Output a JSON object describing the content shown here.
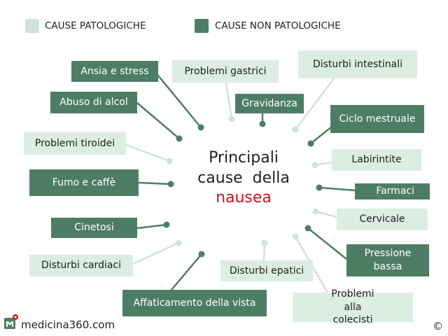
{
  "colors": {
    "pathological": "#cfe3d8",
    "non_pathological": "#4e7d66",
    "accent_red": "#d0121b"
  },
  "legend": {
    "pathological": "CAUSE PATOLOGICHE",
    "non_pathological": "CAUSE NON PATOLOGICHE"
  },
  "center": {
    "line1": "Principali",
    "line2": "cause  della",
    "highlight": "nausea"
  },
  "causes": [
    {
      "label": "Ansia e stress",
      "type": "non-pathological"
    },
    {
      "label": "Problemi gastrici",
      "type": "pathological"
    },
    {
      "label": "Disturbi intestinali",
      "type": "pathological"
    },
    {
      "label": "Abuso di alcol",
      "type": "non-pathological"
    },
    {
      "label": "Gravidanza",
      "type": "non-pathological"
    },
    {
      "label": "Ciclo mestruale",
      "type": "non-pathological"
    },
    {
      "label": "Problemi tiroidei",
      "type": "pathological"
    },
    {
      "label": "Labirintite",
      "type": "pathological"
    },
    {
      "label": "Fumo e caffè",
      "type": "non-pathological"
    },
    {
      "label": "Farmaci",
      "type": "non-pathological"
    },
    {
      "label": "Cervicale",
      "type": "pathological"
    },
    {
      "label": "Cinetosi",
      "type": "non-pathological"
    },
    {
      "label": "Pressione bassa",
      "type": "non-pathological"
    },
    {
      "label": "Disturbi cardiaci",
      "type": "pathological"
    },
    {
      "label": "Disturbi epatici",
      "type": "pathological"
    },
    {
      "label": "Problemi alla colecisti",
      "type": "pathological"
    },
    {
      "label": "Affaticamento della vista",
      "type": "non-pathological"
    }
  ],
  "footer": {
    "logo_text": "medicina360.com",
    "logo_icon": "medicina360-logo-icon",
    "copyright": "©"
  }
}
